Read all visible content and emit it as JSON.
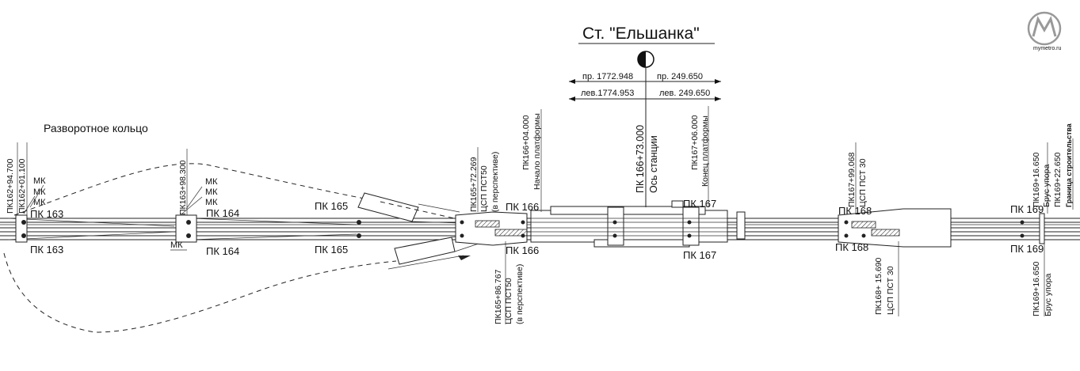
{
  "station": {
    "title": "Ст. \"Ельшанка\""
  },
  "loop_label": "Разворотное кольцо",
  "chainage": {
    "pr_left": "пр. 1772.948",
    "pr_right": "пр. 249.650",
    "lev_left": "лев.1774.953",
    "lev_right": "лев. 249.650"
  },
  "pk_top": [
    "ПК 163",
    "ПК 164",
    "ПК 165",
    "ПК 166",
    "ПК 167",
    "ПК 168",
    "ПК 169"
  ],
  "pk_bottom": [
    "ПК 163",
    "ПК 164",
    "ПК 165",
    "ПК 166",
    "ПК 167",
    "ПК 168",
    "ПК 169"
  ],
  "mk": "МК",
  "vlabels": {
    "pk162_94": "ПК162+94.700",
    "pk162_01": "ПК162+01.100",
    "pk163_98": "ПК163+98.300",
    "pk165_72": "ПК165+72.269",
    "pk165_72_a": "ЦСП ПСТ50",
    "pk165_72_b": "(в перспективе)",
    "pk166_04": "ПК166+04.000",
    "pk166_04_a": "Начало платформы",
    "pk166_73": "ПК 166+73.000",
    "pk166_73_a": "Ось станции",
    "pk167_06": "ПК167+06.000",
    "pk167_06_a": "Конец платформы",
    "pk167_99": "ПК167+99.068",
    "pk167_99_a": "ЦСП ПСТ 30",
    "pk169_16t": "ПК169+16.650",
    "pk169_16t_a": "Брус упора",
    "pk169_22": "ПК169+22.650",
    "boundary": "Граница строительства",
    "pk165_86": "ПК165+86.767",
    "pk165_86_a": "ЦСП ПСТ50",
    "pk165_86_b": "(в перспективе)",
    "pk168_15": "ПК168+ 15.690",
    "pk168_15_a": "ЦСП ПСТ 30",
    "pk169_16b": "ПК169+16.650",
    "pk169_16b_a": "Брус упора"
  },
  "logo": {
    "caption": "mymetro.ru"
  },
  "icons": [
    "metro-station-symbol",
    "m-logo"
  ]
}
